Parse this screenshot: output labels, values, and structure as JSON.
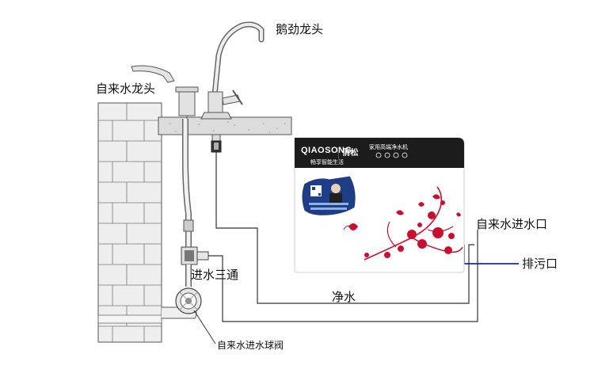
{
  "labels": {
    "gooseneck_faucet": "鹅劲龙头",
    "tap_water_faucet": "自来水龙头",
    "tap_water_inlet": "自来水进水口",
    "drain_outlet": "排污口",
    "inlet_tee": "进水三通",
    "pure_water": "净水",
    "inlet_ball_valve": "自来水进水球阀"
  },
  "unit": {
    "brand_en": "QIAOSONG",
    "brand_cn": "俏松",
    "product": "家用高端净水机",
    "slogan": "畅享智能生活"
  },
  "colors": {
    "line": "#333333",
    "drain_line": "#1a2aa8",
    "unit_header": "#1c1c1c",
    "flower": "#c8102e",
    "brick": "#e9e9e9"
  }
}
